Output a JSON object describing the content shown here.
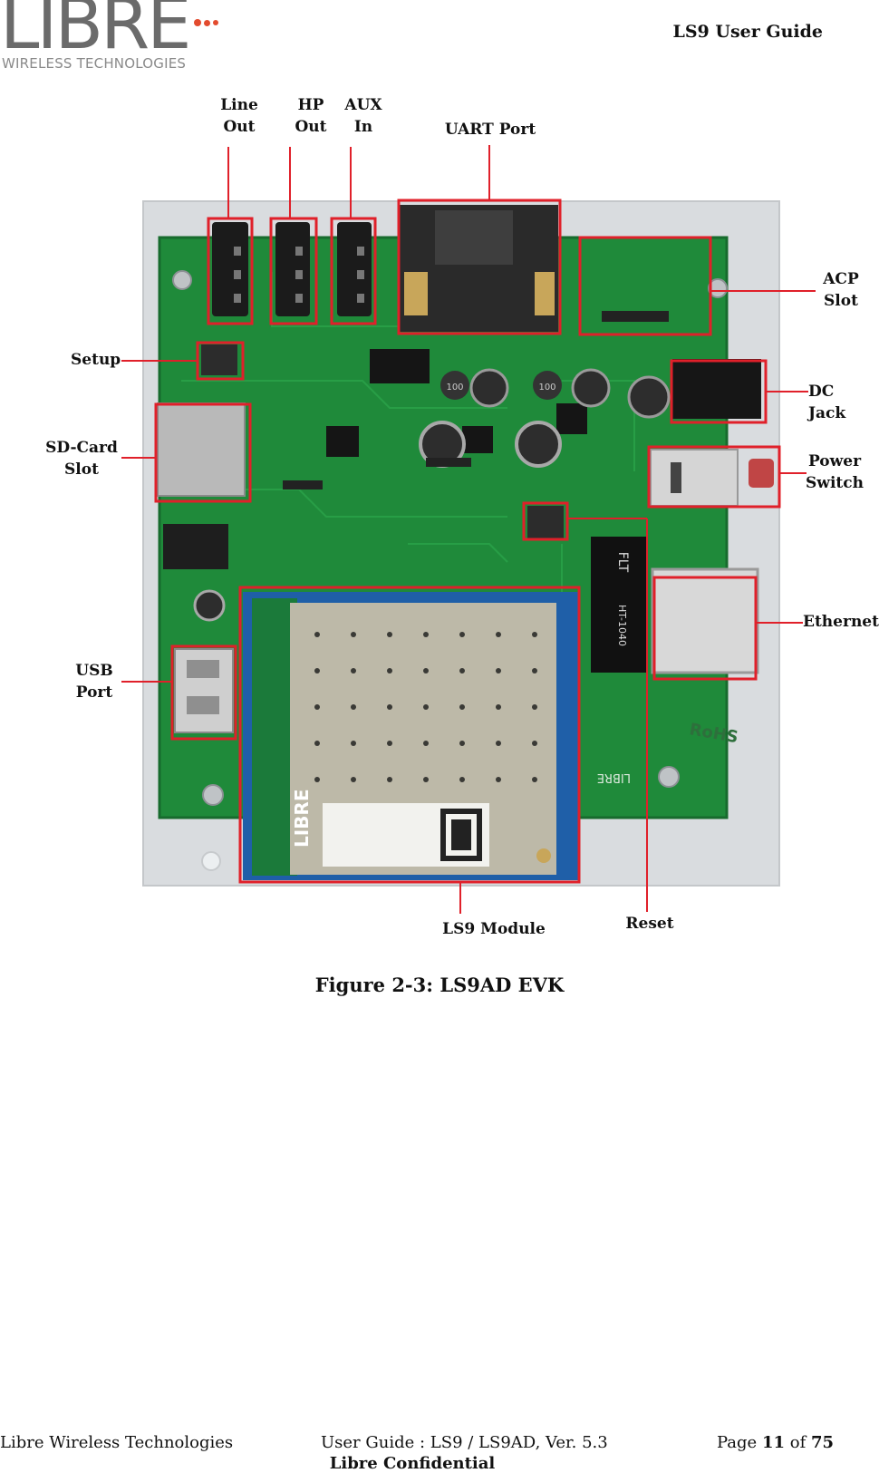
{
  "header": {
    "logo_word": "LIBRE",
    "logo_subtitle": "WIRELESS TECHNOLOGIES",
    "doc_title": "LS9 User Guide"
  },
  "figure": {
    "labels": {
      "line_out": [
        "Line",
        "Out"
      ],
      "hp_out": [
        "HP",
        "Out"
      ],
      "aux_in": [
        "AUX",
        "In"
      ],
      "uart_port": "UART Port",
      "acp_slot": [
        "ACP",
        "Slot"
      ],
      "setup": "Setup",
      "dc_jack": "DC Jack",
      "sd_card_slot": [
        "SD-Card",
        "Slot"
      ],
      "power_switch": [
        "Power",
        "Switch"
      ],
      "ethernet": "Ethernet",
      "usb_port": [
        "USB",
        "Port"
      ],
      "ls9_module": "LS9 Module",
      "reset": "Reset"
    },
    "board_marks": {
      "cap1": "100",
      "cap2": "100",
      "transformer": "FLT",
      "transformer_part": "HT-1040",
      "rohs": "RoHS",
      "libre_pcb": "LIBRE",
      "module_brand": "LIBRE"
    },
    "caption": "Figure 2-3: LS9AD EVK"
  },
  "footer": {
    "company": "Libre Wireless Technologies",
    "guide_ref": "User Guide : LS9 / LS9AD, Ver. 5.3",
    "page_prefix": "Page",
    "page_num": "11",
    "page_of": "of",
    "page_total": "75",
    "confidential": "Libre Confidential"
  },
  "colors": {
    "pcb_green": "#1f8a3a",
    "callout_red": "#e0202a",
    "logo_accent": "#e34b2e",
    "logo_gray": "#6b6b6b"
  }
}
